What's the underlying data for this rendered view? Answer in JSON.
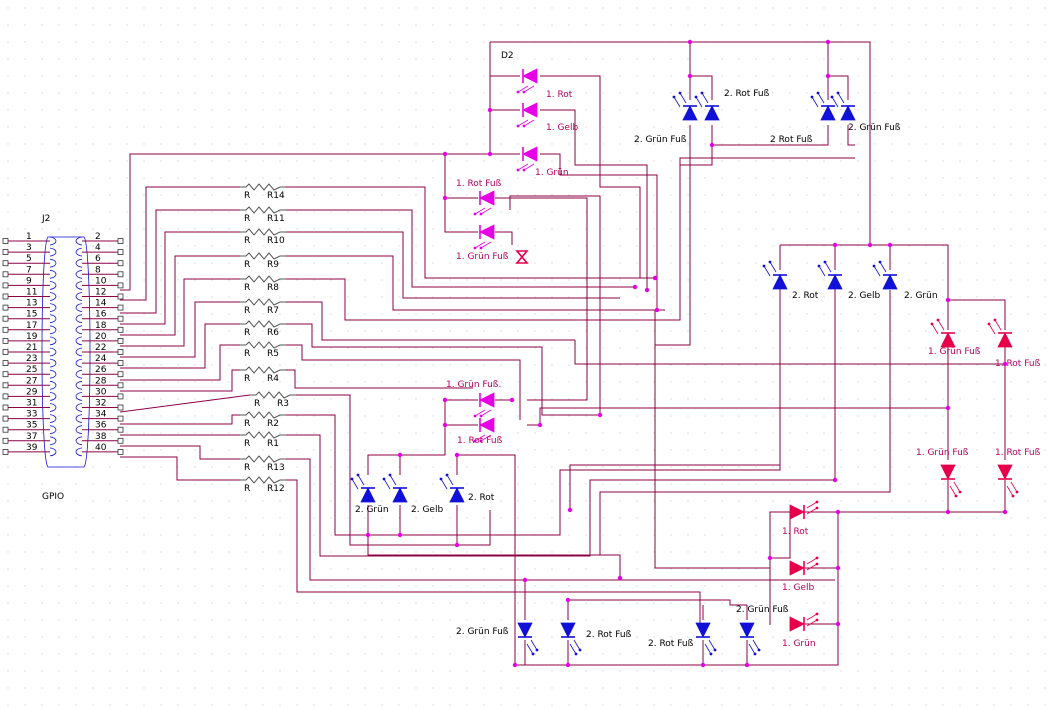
{
  "colors": {
    "wire": "#8c0046",
    "led_blue": "#1010d8",
    "led_magenta": "#e600e6",
    "led_red": "#e6004c",
    "junction": "#e600e6",
    "resistor": "#555555",
    "grid": "#d6d6d6",
    "text": "#000000",
    "text_magenta": "#b8005c"
  },
  "connector": {
    "ref": "J2",
    "name": "GPIO",
    "pins_left": [
      "1",
      "3",
      "5",
      "7",
      "9",
      "11",
      "13",
      "15",
      "17",
      "19",
      "21",
      "23",
      "25",
      "27",
      "29",
      "31",
      "33",
      "35",
      "37",
      "39"
    ],
    "pins_right": [
      "2",
      "4",
      "6",
      "8",
      "10",
      "12",
      "14",
      "16",
      "18",
      "20",
      "22",
      "24",
      "26",
      "28",
      "30",
      "32",
      "34",
      "36",
      "38",
      "40"
    ]
  },
  "resistors": [
    {
      "prefix": "R",
      "ref": "R14"
    },
    {
      "prefix": "R",
      "ref": "R11"
    },
    {
      "prefix": "R",
      "ref": "R10"
    },
    {
      "prefix": "R",
      "ref": "R9"
    },
    {
      "prefix": "R",
      "ref": "R8"
    },
    {
      "prefix": "R",
      "ref": "R7"
    },
    {
      "prefix": "R",
      "ref": "R6"
    },
    {
      "prefix": "R",
      "ref": "R5"
    },
    {
      "prefix": "R",
      "ref": "R4"
    },
    {
      "prefix": "R",
      "ref": "R3"
    },
    {
      "prefix": "R",
      "ref": "R2"
    },
    {
      "prefix": "R",
      "ref": "R1"
    },
    {
      "prefix": "R",
      "ref": "R13"
    },
    {
      "prefix": "R",
      "ref": "R12"
    }
  ],
  "d2_ref": "D2",
  "leds": [
    {
      "label": "1. Rot",
      "color": "magenta",
      "dir": "left"
    },
    {
      "label": "1. Gelb",
      "color": "magenta",
      "dir": "left"
    },
    {
      "label": "1. Grün",
      "color": "magenta",
      "dir": "left"
    },
    {
      "label": "1. Rot Fuß",
      "color": "magenta",
      "dir": "left"
    },
    {
      "label": "1. Grün Fuß",
      "color": "magenta",
      "dir": "left"
    },
    {
      "label": "2. Rot Fuß",
      "color": "blue",
      "dir": "up"
    },
    {
      "label": "2. Grün Fuß",
      "color": "blue",
      "dir": "up"
    },
    {
      "label": "2 Rot Fuß",
      "color": "blue",
      "dir": "up"
    },
    {
      "label": "2. Grün Fuß",
      "color": "blue",
      "dir": "up"
    },
    {
      "label": "2. Rot",
      "color": "blue",
      "dir": "up"
    },
    {
      "label": "2. Gelb",
      "color": "blue",
      "dir": "up"
    },
    {
      "label": "2. Grün",
      "color": "blue",
      "dir": "up"
    },
    {
      "label": "1. Grün Fuß",
      "color": "red",
      "dir": "up"
    },
    {
      "label": "1. Rot Fuß",
      "color": "red",
      "dir": "up"
    },
    {
      "label": "1. Grün Fuß",
      "color": "red",
      "dir": "down"
    },
    {
      "label": "1. Rot Fuß",
      "color": "red",
      "dir": "down"
    },
    {
      "label": "1. Grün Fuß.",
      "color": "magenta",
      "dir": "left"
    },
    {
      "label": "1. Rot Fuß",
      "color": "magenta",
      "dir": "left"
    },
    {
      "label": "2. Grün",
      "color": "blue",
      "dir": "up"
    },
    {
      "label": "2. Gelb",
      "color": "blue",
      "dir": "up"
    },
    {
      "label": "2. Rot",
      "color": "blue",
      "dir": "up"
    },
    {
      "label": "1. Rot",
      "color": "red",
      "dir": "right"
    },
    {
      "label": "1. Gelb",
      "color": "red",
      "dir": "right"
    },
    {
      "label": "1. Grün",
      "color": "red",
      "dir": "right"
    },
    {
      "label": "2. Grün Fuß",
      "color": "blue",
      "dir": "down"
    },
    {
      "label": "2. Rot Fuß",
      "color": "blue",
      "dir": "down"
    },
    {
      "label": "2. Rot Fuß",
      "color": "blue",
      "dir": "down"
    },
    {
      "label": "2. Grün Fuß",
      "color": "blue",
      "dir": "down"
    }
  ]
}
